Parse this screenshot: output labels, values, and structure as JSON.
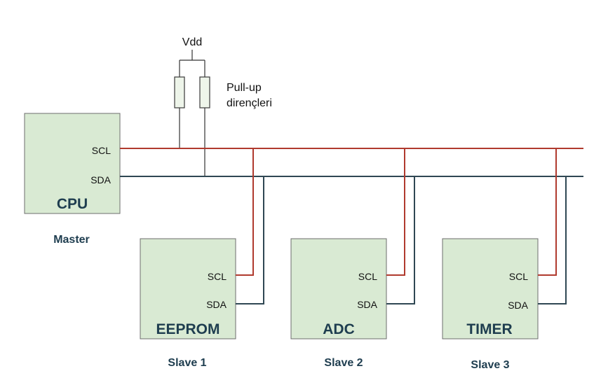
{
  "vdd_label": "Vdd",
  "pullup_label": [
    "Pull-up",
    "dirençleri"
  ],
  "bus_colors": {
    "scl": "#b03a2e",
    "sda": "#2f4753"
  },
  "box_color": "#d9ead3",
  "master": {
    "name": "CPU",
    "role": "Master",
    "scl_label": "SCL",
    "sda_label": "SDA"
  },
  "slaves": [
    {
      "name": "EEPROM",
      "role": "Slave 1",
      "scl_label": "SCL",
      "sda_label": "SDA"
    },
    {
      "name": "ADC",
      "role": "Slave 2",
      "scl_label": "SCL",
      "sda_label": "SDA"
    },
    {
      "name": "TIMER",
      "role": "Slave 3",
      "scl_label": "SCL",
      "sda_label": "SDA"
    }
  ]
}
